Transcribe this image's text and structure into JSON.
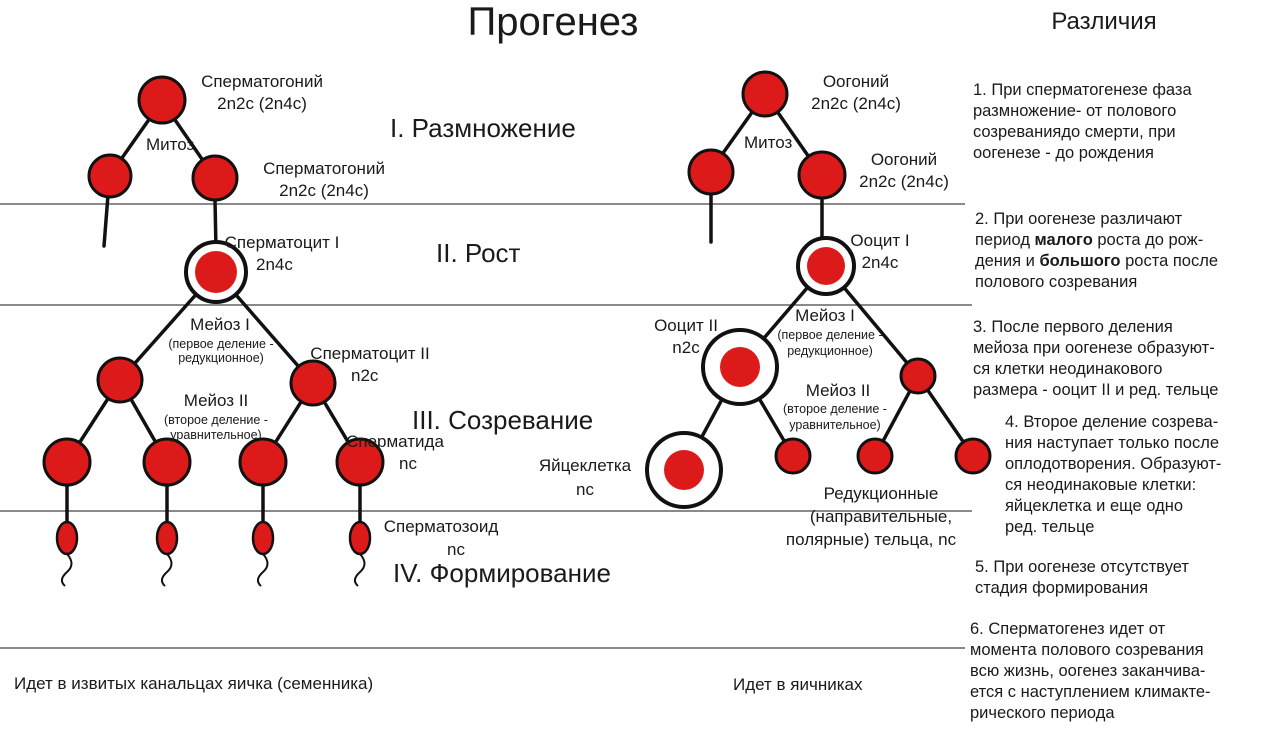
{
  "title": "Прогенез",
  "differences_title": "Различия",
  "colors": {
    "cell_fill": "#dd1a1a",
    "outline": "#111111",
    "divider": "#444444",
    "background": "#ffffff"
  },
  "stages": {
    "s1": "I. Размножение",
    "s2": "II. Рост",
    "s3": "III. Созревание",
    "s4": "IV. Формирование"
  },
  "sperm": {
    "spermatogonium_top": {
      "name": "Сперматогоний",
      "formula": "2n2c (2n4c)"
    },
    "mitosis": "Митоз",
    "spermatogonium_right": {
      "name": "Сперматогоний",
      "formula": "2n2c (2n4c)"
    },
    "spermatocyte1": {
      "name": "Сперматоцит I",
      "formula": "2n4c"
    },
    "meiosis1": {
      "name": "Мейоз I",
      "desc1": "(первое деление -",
      "desc2": "редукционное)"
    },
    "spermatocyte2": {
      "name": "Сперматоцит II",
      "formula": "n2c"
    },
    "meiosis2": {
      "name": "Мейоз II",
      "desc1": "(второе деление -",
      "desc2": "уравнительное)"
    },
    "spermatid": {
      "name": "Сперматида",
      "formula": "nc"
    },
    "spermatozoon": {
      "name": "Сперматозоид",
      "formula": "nc"
    },
    "location": "Идет в извитых канальцах яичка (семенника)"
  },
  "ovo": {
    "oogonium_top": {
      "name": "Оогоний",
      "formula": "2n2c (2n4c)"
    },
    "mitosis": "Митоз",
    "oogonium_right": {
      "name": "Оогоний",
      "formula": "2n2c (2n4c)"
    },
    "oocyte1": {
      "name": "Ооцит I",
      "formula": "2n4c"
    },
    "meiosis1": {
      "name": "Мейоз I",
      "desc1": "(первое деление -",
      "desc2": "редукционное)"
    },
    "oocyte2": {
      "name": "Ооцит II",
      "formula": "n2c"
    },
    "meiosis2": {
      "name": "Мейоз II",
      "desc1": "(второе деление -",
      "desc2": "уравнительное)"
    },
    "egg": {
      "name": "Яйцеклетка",
      "formula": "nc"
    },
    "polar": {
      "l1": "Редукционные",
      "l2": "(направительные,",
      "l3": "полярные) тельца, nc"
    },
    "location": "Идет в яичниках"
  },
  "differences": {
    "d1": [
      "1. При сперматогенезе фаза",
      "размножение- от полового",
      "созреваниядо смерти, при",
      "оогенезе - до рождения"
    ],
    "d2": {
      "l1": "2. При оогенезе различают",
      "l2a": "период ",
      "l2b": "малого",
      "l2c": " роста до рож-",
      "l3a": "дения и ",
      "l3b": "большого",
      "l3c": " роста после",
      "l4": "полового созревания"
    },
    "d3": [
      "3. После первого деления",
      "мейоза при оогенезе образуют-",
      "ся клетки неодинакового",
      "размера - ооцит II и ред. тельце"
    ],
    "d4": [
      "4. Второе деление созрева-",
      "ния наступает только после",
      "оплодотворения. Образуют-",
      "ся неодинаковые клетки:",
      "яйцеклетка и еще одно",
      "ред. тельце"
    ],
    "d5": [
      "5. При оогенезе отсутствует",
      "стадия формирования"
    ],
    "d6": [
      "6. Сперматогенез идет от",
      "момента полового созревания",
      "всю жизнь, оогенез заканчива-",
      "ется с наступлением климакте-",
      "рического периода"
    ]
  }
}
